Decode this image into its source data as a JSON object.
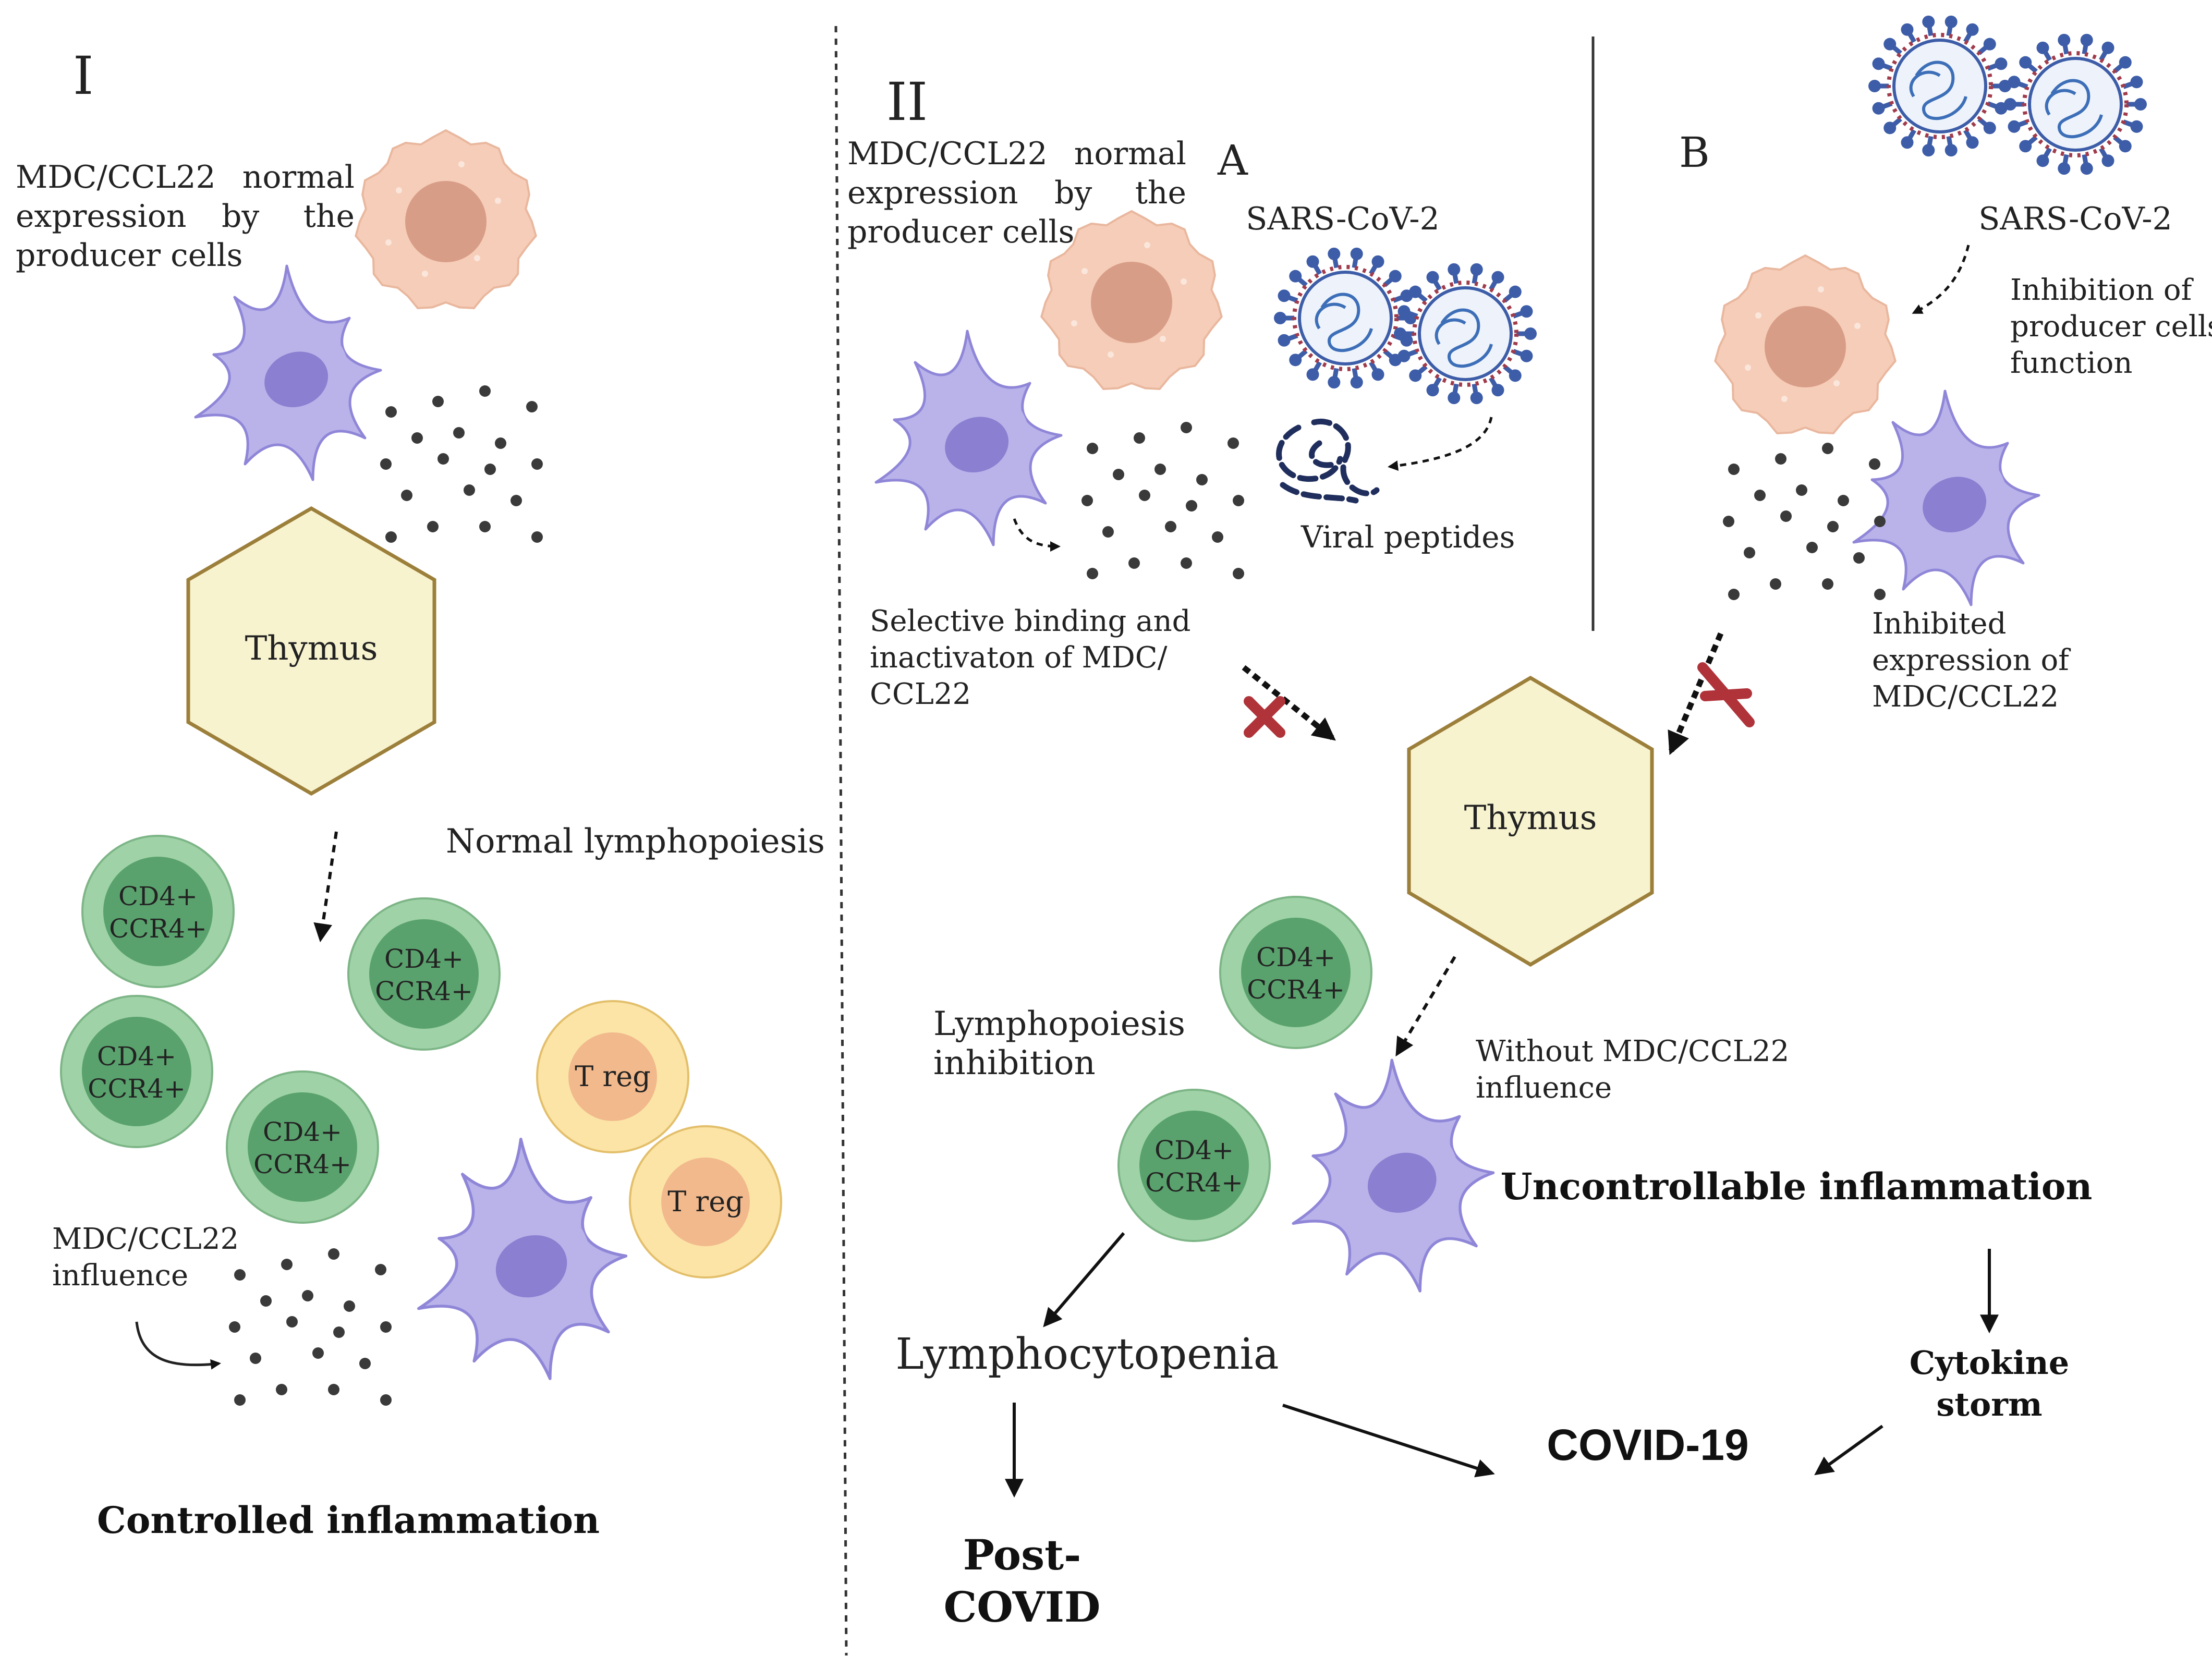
{
  "panels": {
    "left": {
      "roman": "I",
      "mdc_normal": [
        "MDC/CCL22",
        "normal",
        "expression",
        "by",
        "the",
        "producer cells"
      ],
      "thymus": "Thymus",
      "normal_lymphopoiesis": "Normal lymphopoiesis",
      "cd4_top": "CD4+",
      "cd4_bottom": "CCR4+",
      "treg": "T reg",
      "mdc_influence": [
        "MDC/CCL22",
        "influence"
      ],
      "outcome": "Controlled inflammation"
    },
    "right": {
      "roman": "II",
      "sub_a": "A",
      "sub_b": "B",
      "mdc_normal": [
        "MDC/CCL22",
        "normal",
        "expression",
        "by",
        "the",
        "producer cells"
      ],
      "sars": "SARS-CoV-2",
      "viral_peptides": "Viral peptides",
      "selective": [
        "Selective binding and",
        "inactivaton of MDC/",
        "CCL22"
      ],
      "inhibition": [
        "Inhibition of",
        "producer cells'",
        "function"
      ],
      "inhibited_expression": [
        "Inhibited",
        "expression of",
        "MDC/CCL22"
      ],
      "thymus": "Thymus",
      "lympho_inhibition": [
        "Lymphopoiesis",
        "inhibition"
      ],
      "without": [
        "Without MDC/CCL22",
        "influence"
      ],
      "uncontrollable": "Uncontrollable inflammation",
      "lymphocytopenia": "Lymphocytopenia",
      "cytokine": [
        "Cytokine",
        "storm"
      ],
      "covid": "COVID-19",
      "post_covid": [
        "Post-",
        "COVID"
      ]
    }
  },
  "colors": {
    "dendritic": "#b9b3ea",
    "dendritic_stroke": "#8f86d8",
    "dendritic_nucleus": "#8a7fd0",
    "producer": "#f6cdb8",
    "producer_nucleus": "#d89d87",
    "thymus_fill": "#f8f3cf",
    "thymus_stroke": "#9c7f3a",
    "tcell_outer": "#9fd3a7",
    "tcell_inner": "#5aa26d",
    "treg_outer": "#fbe4a6",
    "treg_inner": "#f2b98c",
    "virus_spike": "#3d5da8",
    "virus_ring": "#a03b4b",
    "cross": "#b0333a"
  }
}
